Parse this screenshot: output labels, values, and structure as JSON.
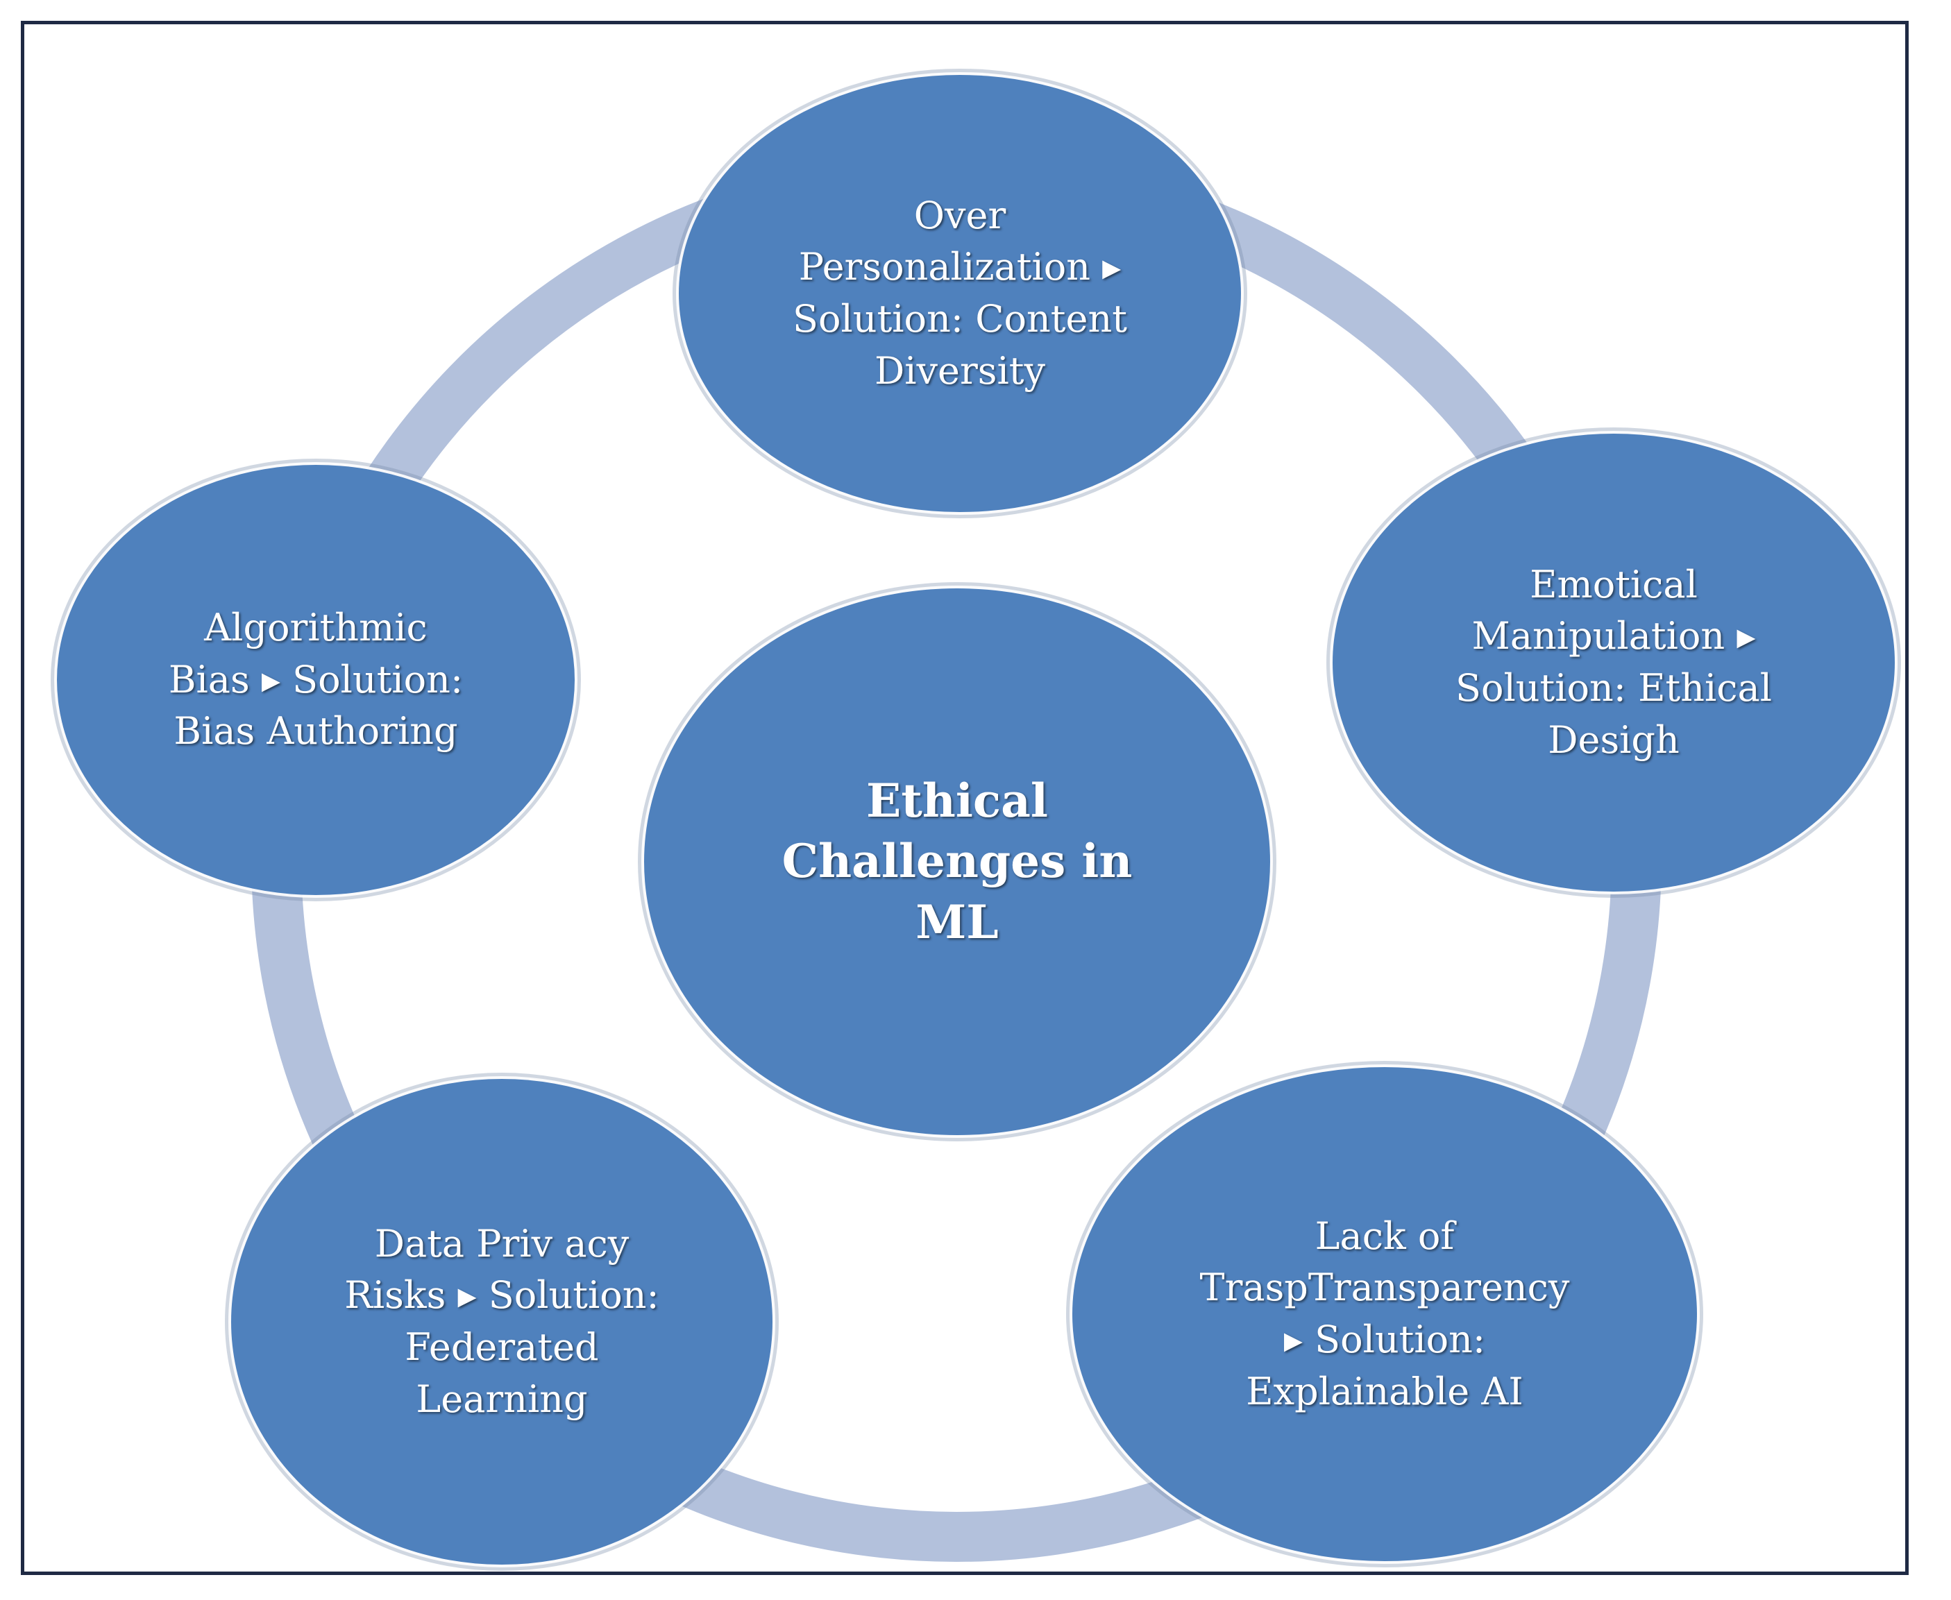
{
  "diagram": {
    "center": {
      "label": "Ethical\nChallenges in\nML"
    },
    "nodes": [
      {
        "id": "top",
        "label": "Over\nPersonalization ▸\nSolution: Content\nDiversity"
      },
      {
        "id": "right",
        "label": "Emotical\nManipulation ▸\nSolution: Ethical\nDesigh"
      },
      {
        "id": "bottom-right",
        "label": "Lack of\nTraspTransparency\n▸ Solution:\nExplainable AI"
      },
      {
        "id": "bottom-left",
        "label": "Data Priv acy\nRisks ▸ Solution:\nFederated\nLearning"
      },
      {
        "id": "left",
        "label": "Algorithmic\nBias ▸ Solution:\nBias Authoring"
      }
    ]
  },
  "colors": {
    "node_fill": "#4f81bd",
    "ring": "#b3c1dc",
    "frame_border": "#1f2a44",
    "text": "#ffffff"
  }
}
